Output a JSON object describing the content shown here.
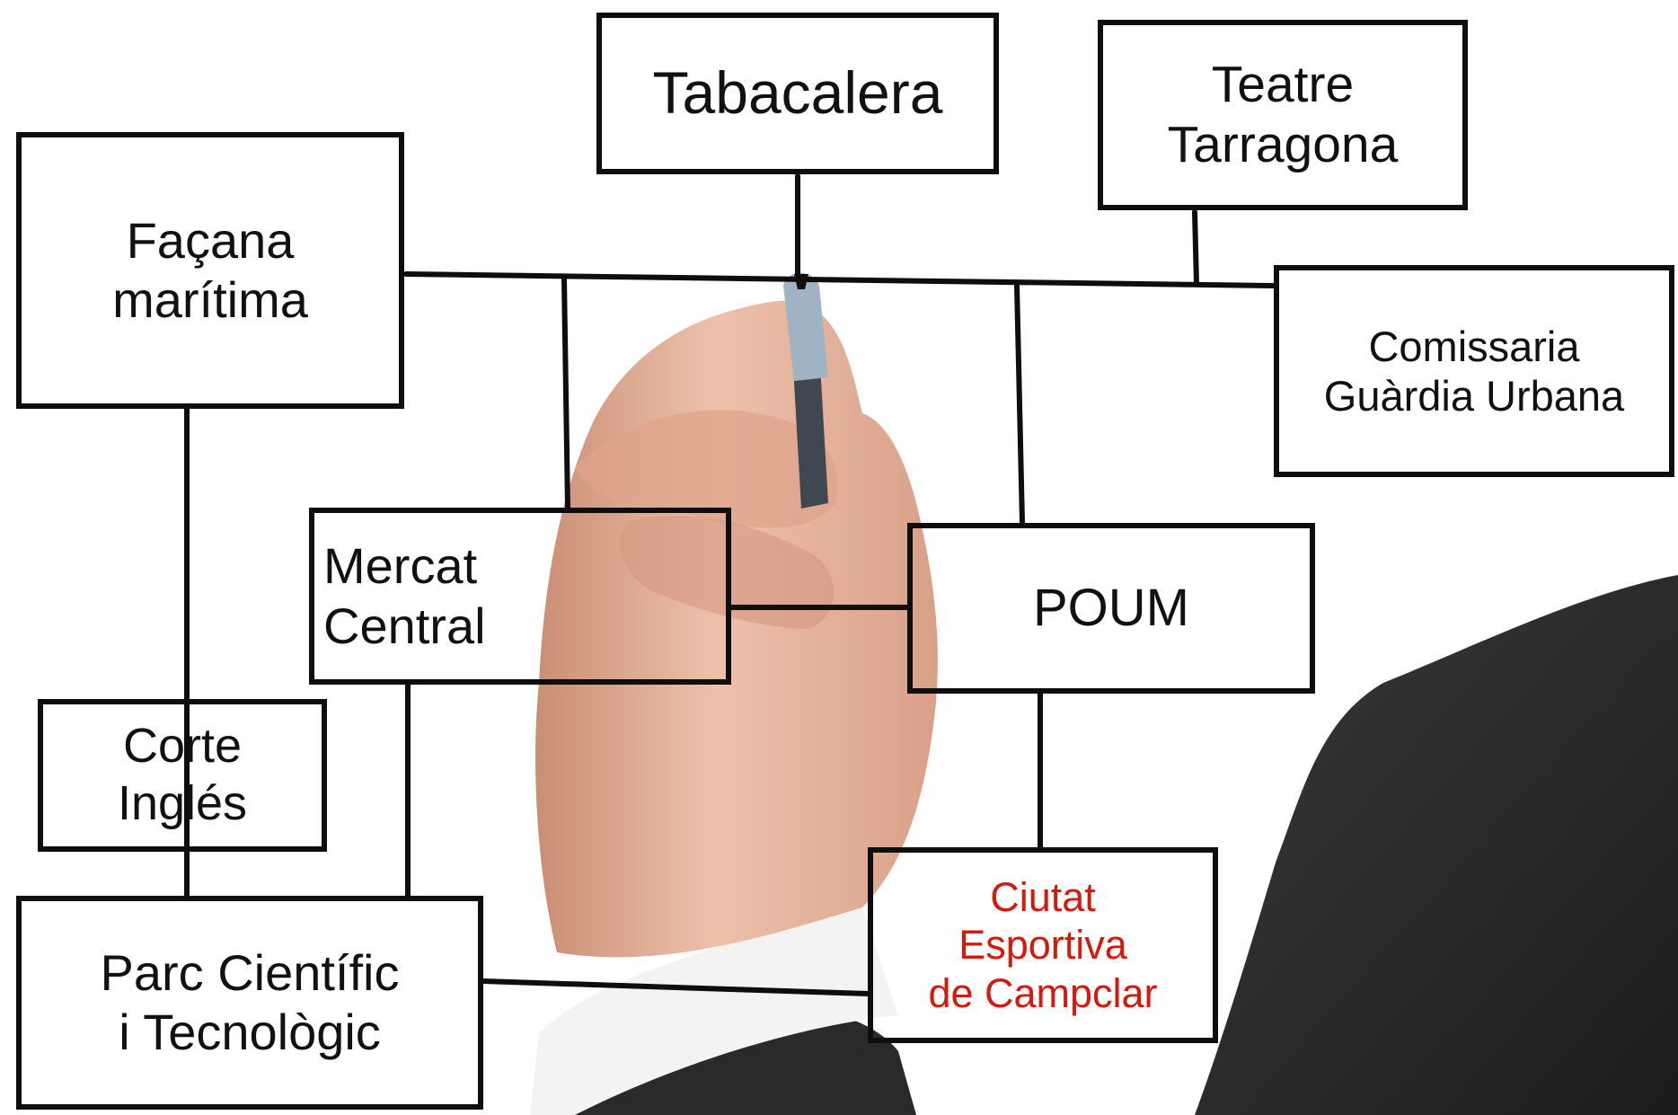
{
  "diagram": {
    "nodes": {
      "tabacalera": "Tabacalera",
      "teatre": "Teatre\nTarragona",
      "facana": "Façana\nmarítima",
      "comissaria": "Comissaria\nGuàrdia Urbana",
      "mercat": "Mercat\nCentral",
      "poum": "POUM",
      "corte": "Corte\nInglés",
      "parc": "Parc Científic\ni Tecnològic",
      "ciutat": "Ciutat\nEsportiva\nde Campclar"
    },
    "colors": {
      "line": "#0e0e0e",
      "text": "#111111",
      "highlight": "#d31a0c",
      "skin": "#e3b59f",
      "suit": "#2a2a2c"
    }
  }
}
